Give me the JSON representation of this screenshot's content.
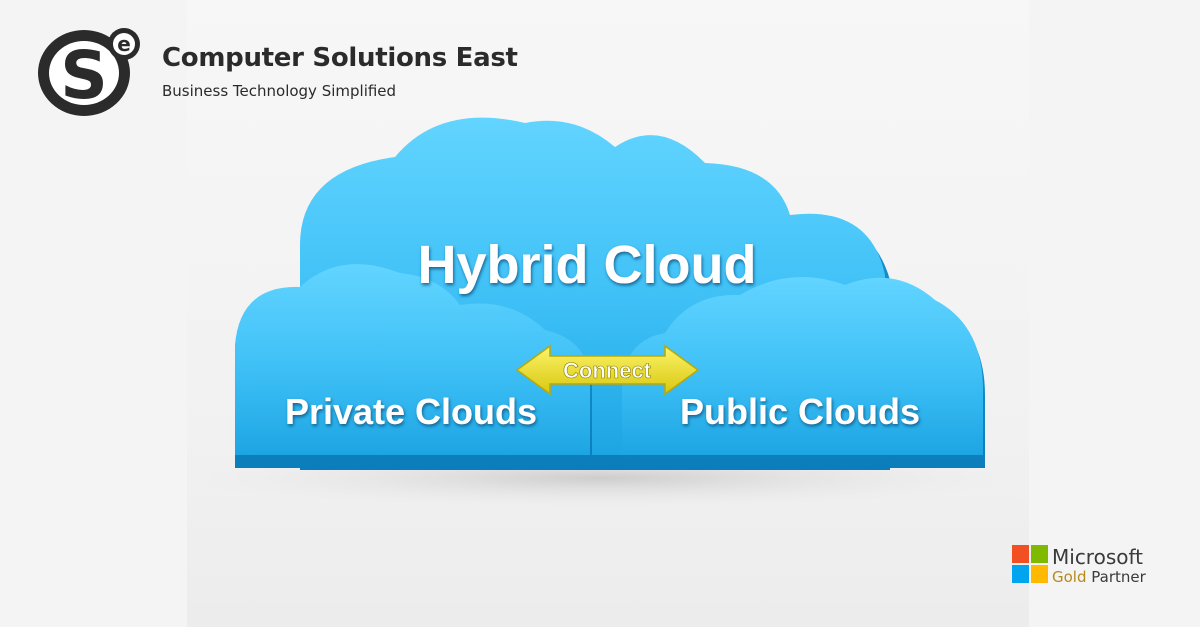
{
  "brand": {
    "logo_letters": "Se",
    "name": "Computer Solutions East",
    "tagline": "Business Technology Simplified"
  },
  "illustration": {
    "main_cloud_label": "Hybrid Cloud",
    "left_cloud_label": "Private Clouds",
    "right_cloud_label": "Public Clouds",
    "connector_label": "Connect"
  },
  "partner_badge": {
    "name": "Microsoft",
    "level": "Gold",
    "type": "Partner",
    "colors": [
      "#f25022",
      "#7fba00",
      "#00a4ef",
      "#ffb900"
    ]
  },
  "colors": {
    "cloud_light": "#5ad0ff",
    "cloud_dark": "#0d86c4",
    "arrow_yellow": "#f1e62a",
    "brand_text": "#2b2b2b",
    "gold_text": "#b58a1c"
  }
}
